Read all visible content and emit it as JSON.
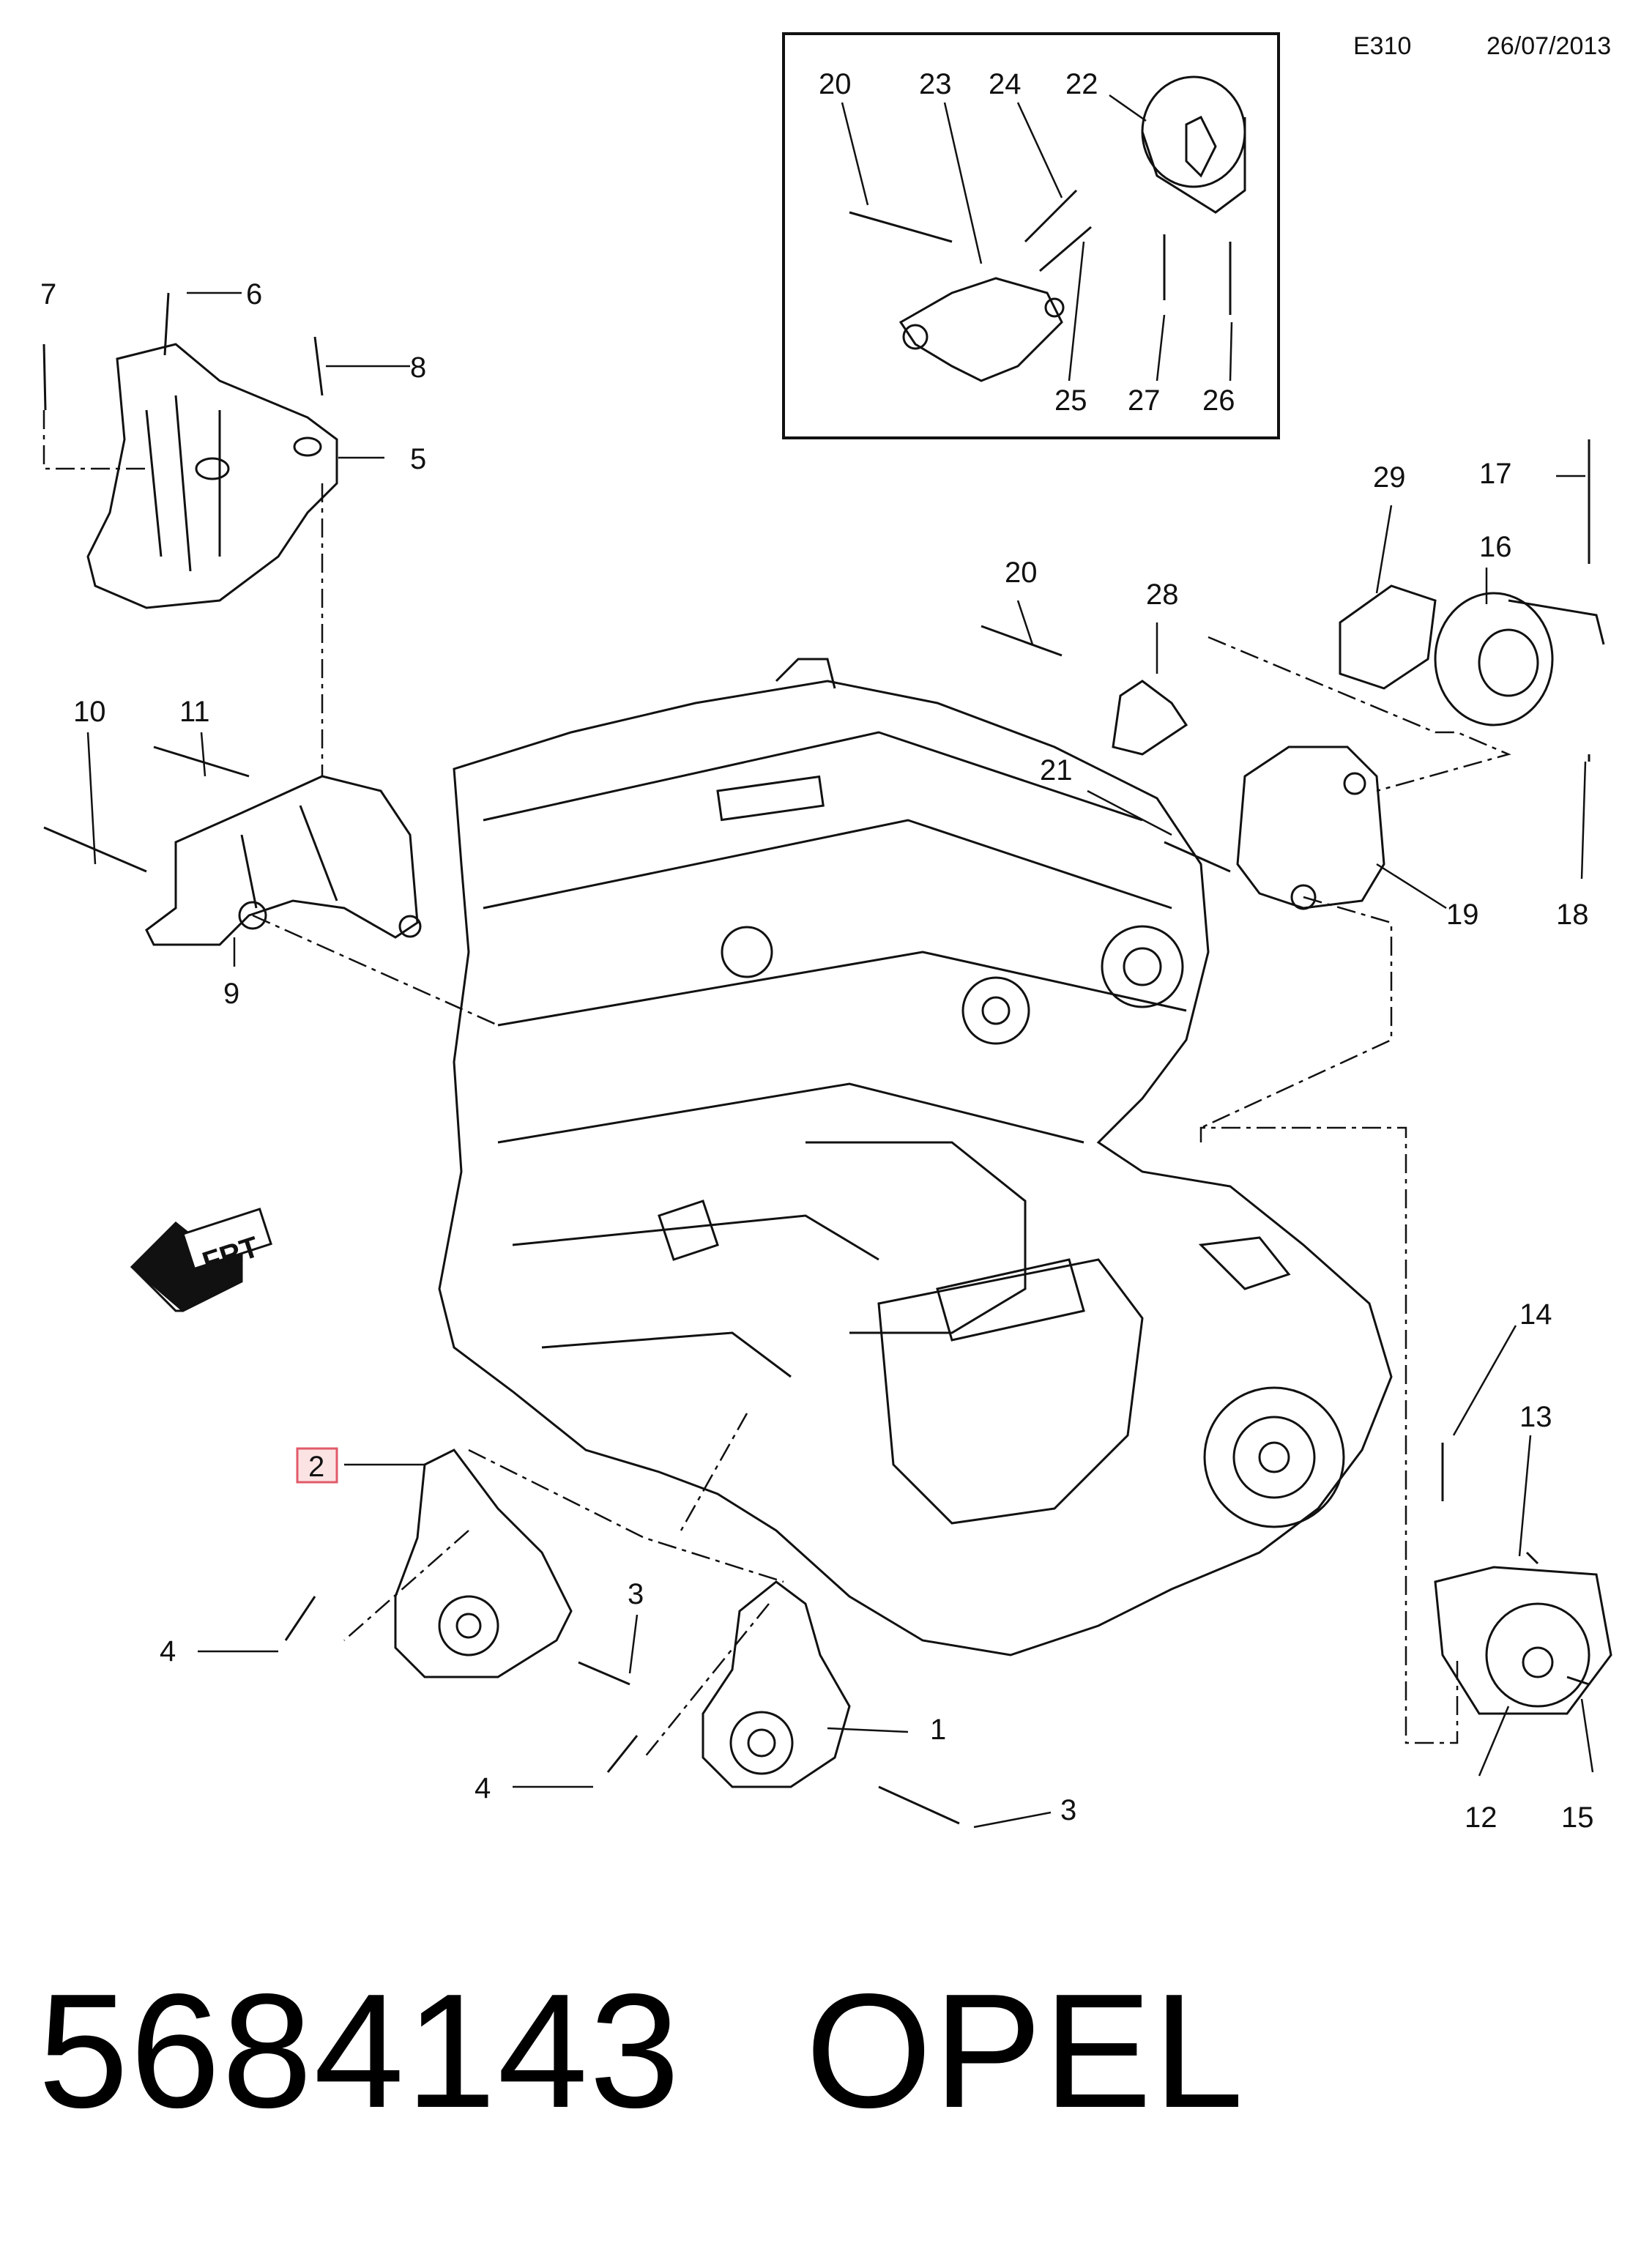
{
  "header": {
    "diagram_code": "E310",
    "date": "26/07/2013"
  },
  "direction_marker": "FRT",
  "callouts": {
    "c1": "1",
    "c2": "2",
    "c3a": "3",
    "c3b": "3",
    "c4a": "4",
    "c4b": "4",
    "c5": "5",
    "c6": "6",
    "c7": "7",
    "c8": "8",
    "c9": "9",
    "c10": "10",
    "c11": "11",
    "c12": "12",
    "c13": "13",
    "c14": "14",
    "c15": "15",
    "c16": "16",
    "c17": "17",
    "c18": "18",
    "c19": "19",
    "c20a": "20",
    "c20b": "20",
    "c21": "21",
    "c22": "22",
    "c23": "23",
    "c24": "24",
    "c25": "25",
    "c26": "26",
    "c27": "27",
    "c28": "28",
    "c29": "29"
  },
  "highlighted_callout": "2",
  "footer": {
    "part_number": "5684143",
    "brand": "OPEL"
  }
}
